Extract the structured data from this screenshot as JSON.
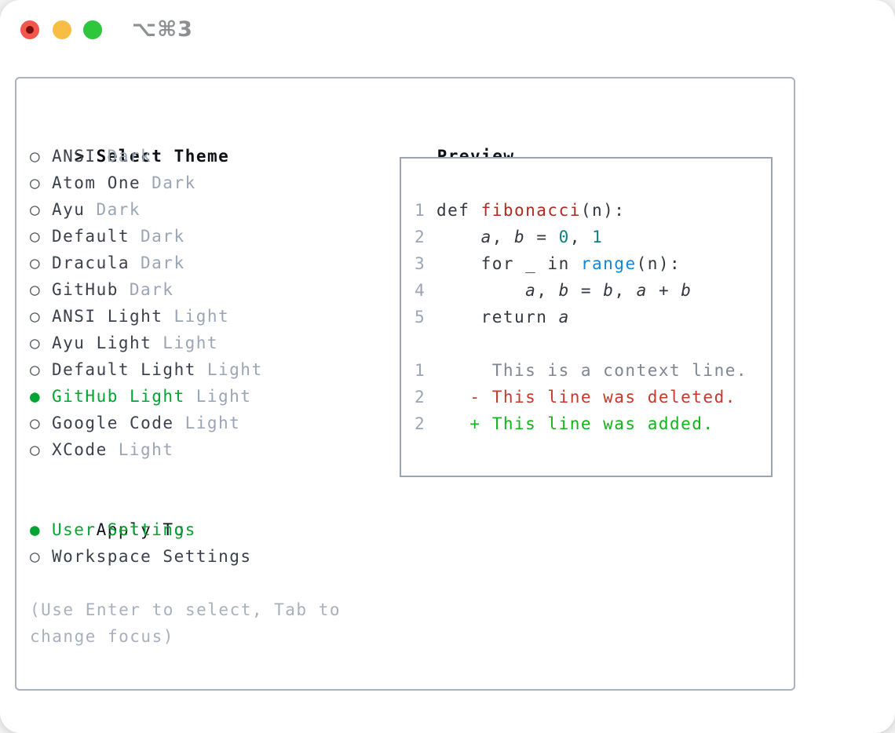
{
  "window": {
    "title": "⌥⌘3"
  },
  "sidebar": {
    "header": {
      "prompt": ">",
      "label": "Select Theme"
    },
    "themes": [
      {
        "marker": "○",
        "name": "ANSI",
        "variant": "Dark",
        "selected": false
      },
      {
        "marker": "○",
        "name": "Atom One",
        "variant": "Dark",
        "selected": false
      },
      {
        "marker": "○",
        "name": "Ayu",
        "variant": "Dark",
        "selected": false
      },
      {
        "marker": "○",
        "name": "Default",
        "variant": "Dark",
        "selected": false
      },
      {
        "marker": "○",
        "name": "Dracula",
        "variant": "Dark",
        "selected": false
      },
      {
        "marker": "○",
        "name": "GitHub",
        "variant": "Dark",
        "selected": false
      },
      {
        "marker": "○",
        "name": "ANSI Light",
        "variant": "Light",
        "selected": false
      },
      {
        "marker": "○",
        "name": "Ayu Light",
        "variant": "Light",
        "selected": false
      },
      {
        "marker": "○",
        "name": "Default Light",
        "variant": "Light",
        "selected": false
      },
      {
        "marker": "●",
        "name": "GitHub Light",
        "variant": "Light",
        "selected": true
      },
      {
        "marker": "○",
        "name": "Google Code",
        "variant": "Light",
        "selected": false
      },
      {
        "marker": "○",
        "name": "XCode",
        "variant": "Light",
        "selected": false
      }
    ],
    "apply_to": {
      "label": "Apply To",
      "options": [
        {
          "marker": "●",
          "name": "User Settings",
          "selected": true
        },
        {
          "marker": "○",
          "name": "Workspace Settings",
          "selected": false
        }
      ]
    },
    "help": [
      "(Use Enter to select, Tab to",
      "change focus)"
    ]
  },
  "preview": {
    "label": "Preview",
    "lines": [
      [
        {
          "text": "1",
          "style": "lineno"
        },
        {
          "text": "def ",
          "style": "plain"
        },
        {
          "text": "fibonacci",
          "style": "func"
        },
        {
          "text": "(n):",
          "style": "plain"
        }
      ],
      [
        {
          "text": "2",
          "style": "lineno"
        },
        {
          "text": "    ",
          "style": "plain"
        },
        {
          "text": "a",
          "style": "var"
        },
        {
          "text": ", ",
          "style": "plain"
        },
        {
          "text": "b",
          "style": "var"
        },
        {
          "text": " = ",
          "style": "plain"
        },
        {
          "text": "0",
          "style": "number"
        },
        {
          "text": ", ",
          "style": "plain"
        },
        {
          "text": "1",
          "style": "number"
        }
      ],
      [
        {
          "text": "3",
          "style": "lineno"
        },
        {
          "text": "    for _ in ",
          "style": "plain"
        },
        {
          "text": "range",
          "style": "call"
        },
        {
          "text": "(n):",
          "style": "plain"
        }
      ],
      [
        {
          "text": "4",
          "style": "lineno"
        },
        {
          "text": "        ",
          "style": "plain"
        },
        {
          "text": "a",
          "style": "var"
        },
        {
          "text": ", ",
          "style": "plain"
        },
        {
          "text": "b",
          "style": "var"
        },
        {
          "text": " = ",
          "style": "plain"
        },
        {
          "text": "b",
          "style": "var"
        },
        {
          "text": ", ",
          "style": "plain"
        },
        {
          "text": "a",
          "style": "var"
        },
        {
          "text": " + ",
          "style": "plain"
        },
        {
          "text": "b",
          "style": "var"
        }
      ],
      [
        {
          "text": "5",
          "style": "lineno"
        },
        {
          "text": "    return ",
          "style": "plain"
        },
        {
          "text": "a",
          "style": "var"
        }
      ],
      [],
      [
        {
          "text": "1",
          "style": "lineno"
        },
        {
          "text": "     This is a context line.",
          "style": "context"
        }
      ],
      [
        {
          "text": "2",
          "style": "lineno"
        },
        {
          "text": "   - This line was deleted.",
          "style": "del"
        }
      ],
      [
        {
          "text": "2",
          "style": "lineno"
        },
        {
          "text": "   + This line was added.",
          "style": "add"
        }
      ]
    ]
  },
  "colors": {
    "selection_green": "#00a534",
    "added_green": "#13b31e",
    "deleted_red": "#c43a2b",
    "function_red": "#ae2b22",
    "number_teal": "#0f7e7e",
    "call_blue": "#1287d8",
    "muted_gray": "#9aa5b5",
    "panel_border": "#a9b2bd",
    "traffic_red": "#f4564e",
    "traffic_yellow": "#f8bd45",
    "traffic_green": "#2fc63e"
  }
}
